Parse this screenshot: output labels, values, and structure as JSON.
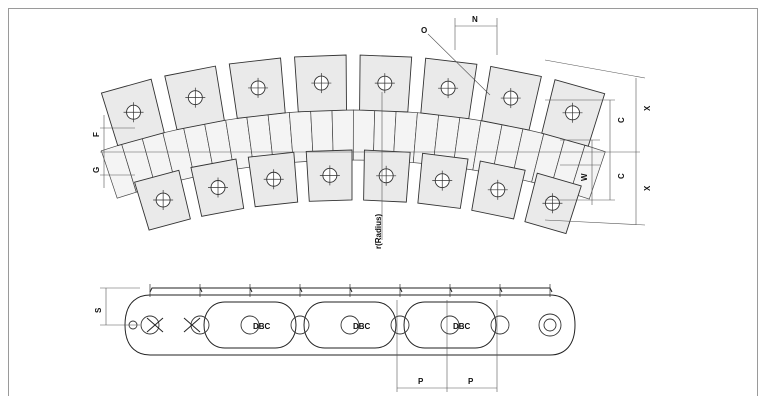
{
  "labels": {
    "n": "N",
    "o": "O",
    "f": "F",
    "g": "G",
    "c_top": "C",
    "c_bottom": "C",
    "x_top": "X",
    "x_bottom": "X",
    "w": "W",
    "radius": "r(Radius)",
    "s": "S",
    "p1": "P",
    "p2": "P",
    "dbc1": "DBC",
    "dbc2": "DBC",
    "dbc3": "DBC"
  },
  "colors": {
    "line": "#222222",
    "plate_fill": "#eaeaea",
    "frame": "#9a9a9a"
  }
}
